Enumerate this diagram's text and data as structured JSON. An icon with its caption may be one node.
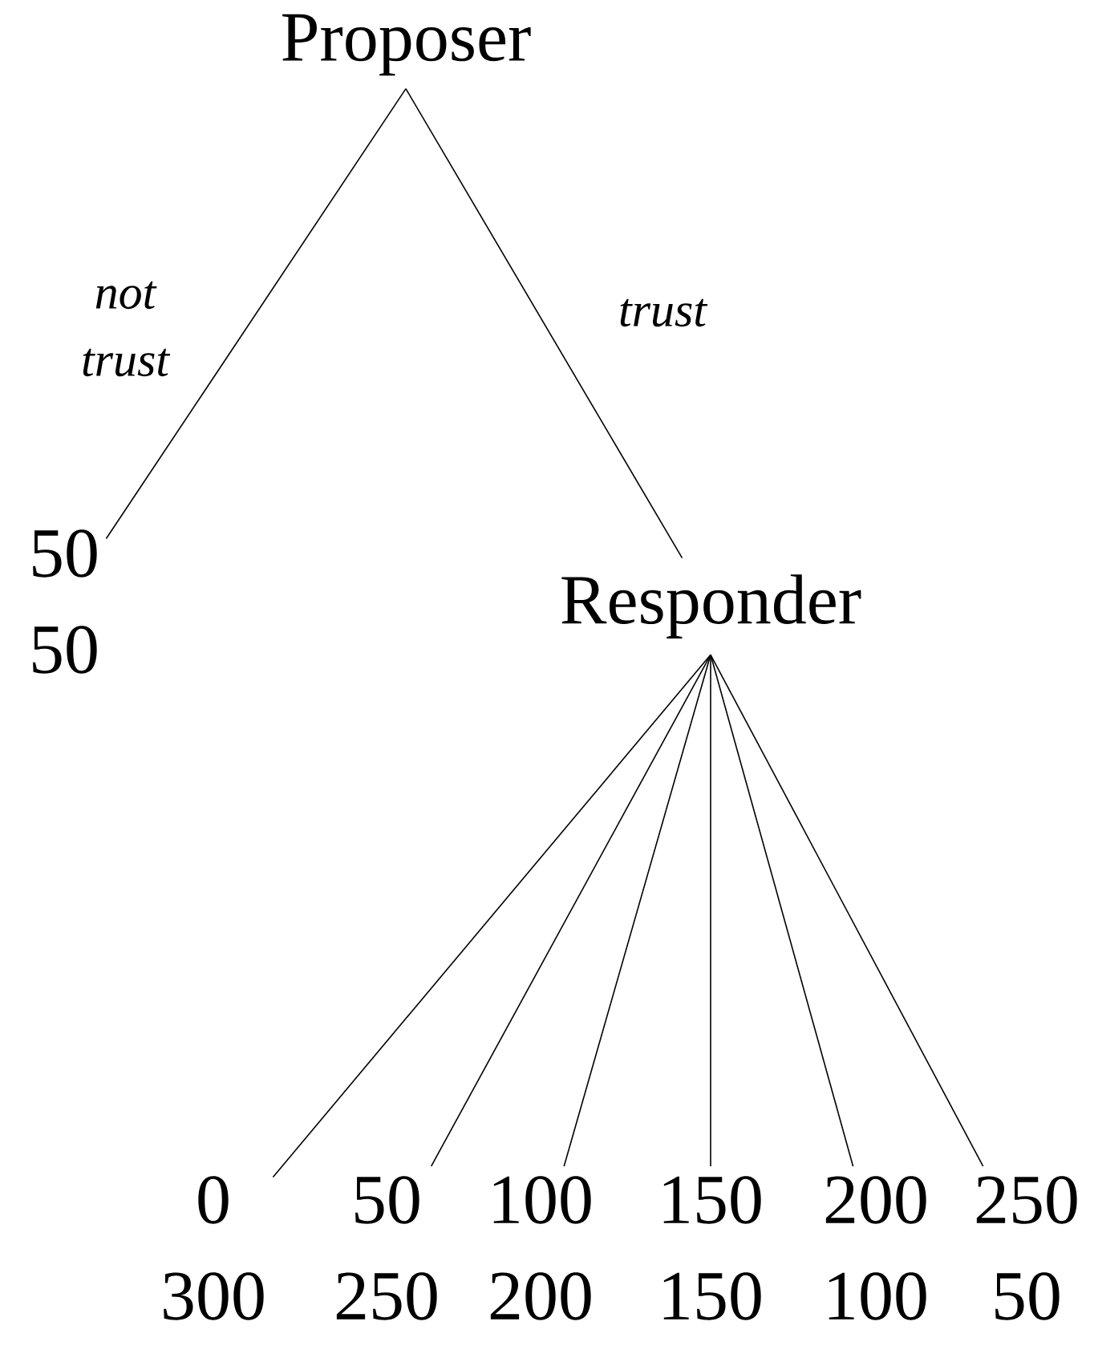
{
  "diagram": {
    "nodes": [
      {
        "text": [
          "Proposer"
        ]
      },
      {
        "text": [
          "50",
          "50"
        ]
      },
      {
        "text": [
          "Responder"
        ]
      },
      {
        "text": [
          "0",
          "300"
        ]
      },
      {
        "text": [
          "50",
          "250"
        ]
      },
      {
        "text": [
          "100",
          "200"
        ]
      },
      {
        "text": [
          "150",
          "150"
        ]
      },
      {
        "text": [
          "200",
          "100"
        ]
      },
      {
        "text": [
          "250",
          "50"
        ]
      }
    ],
    "edges": [
      {
        "from": 0,
        "to": 1,
        "arrow": "none",
        "label": "not trust"
      },
      {
        "from": 0,
        "to": 2,
        "arrow": "none",
        "label": "trust"
      },
      {
        "from": 2,
        "to": 3,
        "arrow": "none"
      },
      {
        "from": 2,
        "to": 4,
        "arrow": "none"
      },
      {
        "from": 2,
        "to": 5,
        "arrow": "none"
      },
      {
        "from": 2,
        "to": 6,
        "arrow": "none"
      },
      {
        "from": 2,
        "to": 7,
        "arrow": "none"
      },
      {
        "from": 2,
        "to": 8,
        "arrow": "none"
      }
    ]
  }
}
